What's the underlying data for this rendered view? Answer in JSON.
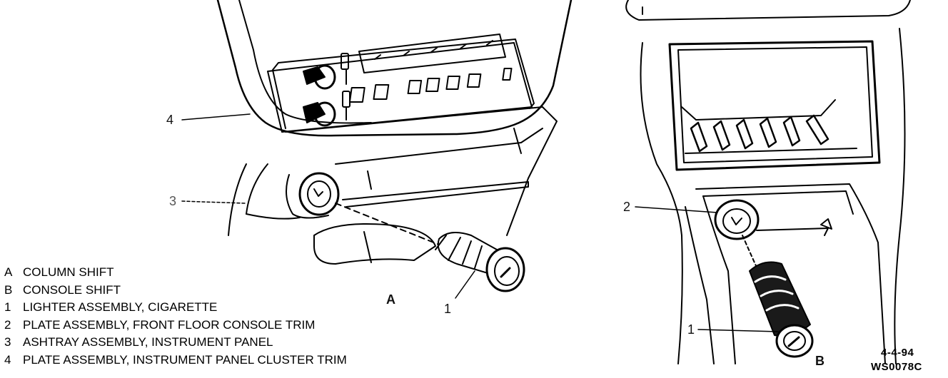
{
  "callouts_a": {
    "c4": "4",
    "c3": "3",
    "c1": "1",
    "panel": "A"
  },
  "callouts_b": {
    "c2": "2",
    "c1": "1",
    "panel": "B"
  },
  "legend": [
    {
      "key": "A",
      "text": "COLUMN SHIFT"
    },
    {
      "key": "B",
      "text": "CONSOLE SHIFT"
    },
    {
      "key": "1",
      "text": "LIGHTER ASSEMBLY, CIGARETTE"
    },
    {
      "key": "2",
      "text": "PLATE ASSEMBLY, FRONT FLOOR CONSOLE TRIM"
    },
    {
      "key": "3",
      "text": "ASHTRAY ASSEMBLY, INSTRUMENT PANEL"
    },
    {
      "key": "4",
      "text": "PLATE ASSEMBLY, INSTRUMENT PANEL CLUSTER TRIM"
    }
  ],
  "footer": {
    "date": "4-4-94",
    "code": "WS0078C"
  }
}
